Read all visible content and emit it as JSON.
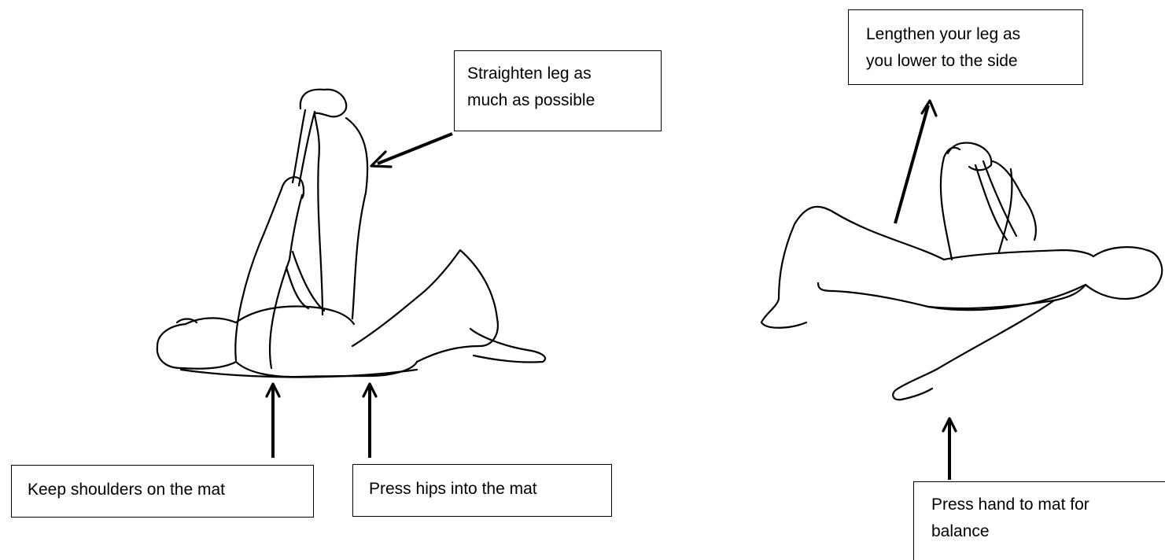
{
  "callouts": {
    "straighten": [
      "Straighten leg as",
      "much as possible"
    ],
    "lengthen": [
      "Lengthen your leg as",
      "you lower to the side"
    ],
    "shoulders": [
      "Keep shoulders on the mat"
    ],
    "hips": [
      "Press hips into the mat"
    ],
    "hand": [
      "Press hand to mat for",
      "balance"
    ]
  }
}
